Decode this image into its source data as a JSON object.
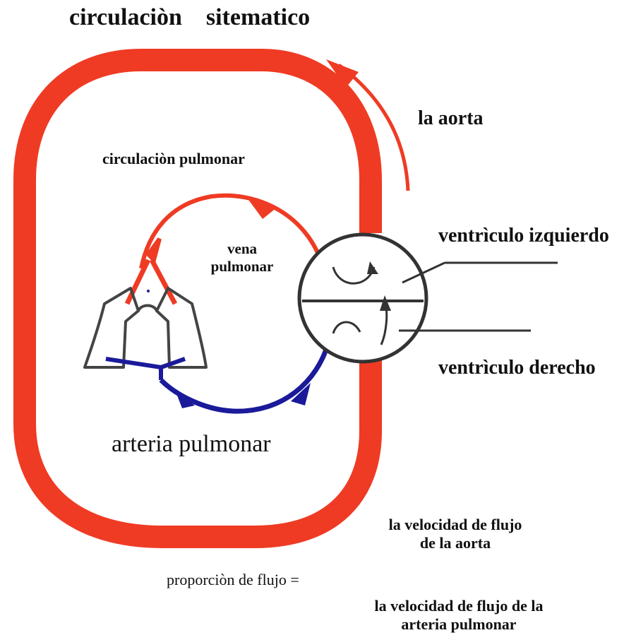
{
  "title": "circulaciòn    sitematico",
  "labels": {
    "aorta": "la aorta",
    "pulmonary_circulation": "circulaciòn pulmonar",
    "vena_line1": "vena",
    "vena_line2": "pulmonar",
    "left_ventricle": "ventrìculo izquierdo",
    "right_ventricle": "ventrìculo derecho",
    "arteria": "arteria pulmonar"
  },
  "formula": {
    "lhs": "proporciòn de flujo =",
    "numerator_line1": "la velocidad de flujo",
    "numerator_line2": "de la aorta",
    "denominator_line1": "la velocidad de flujo de la",
    "denominator_line2": "arteria pulmonar"
  },
  "colors": {
    "systemic": "#ef3b24",
    "pulmonary_vein": "#ef3b24",
    "pulmonary_artery": "#1a1a9a",
    "outline": "#333333",
    "lung_outline": "#444444"
  }
}
